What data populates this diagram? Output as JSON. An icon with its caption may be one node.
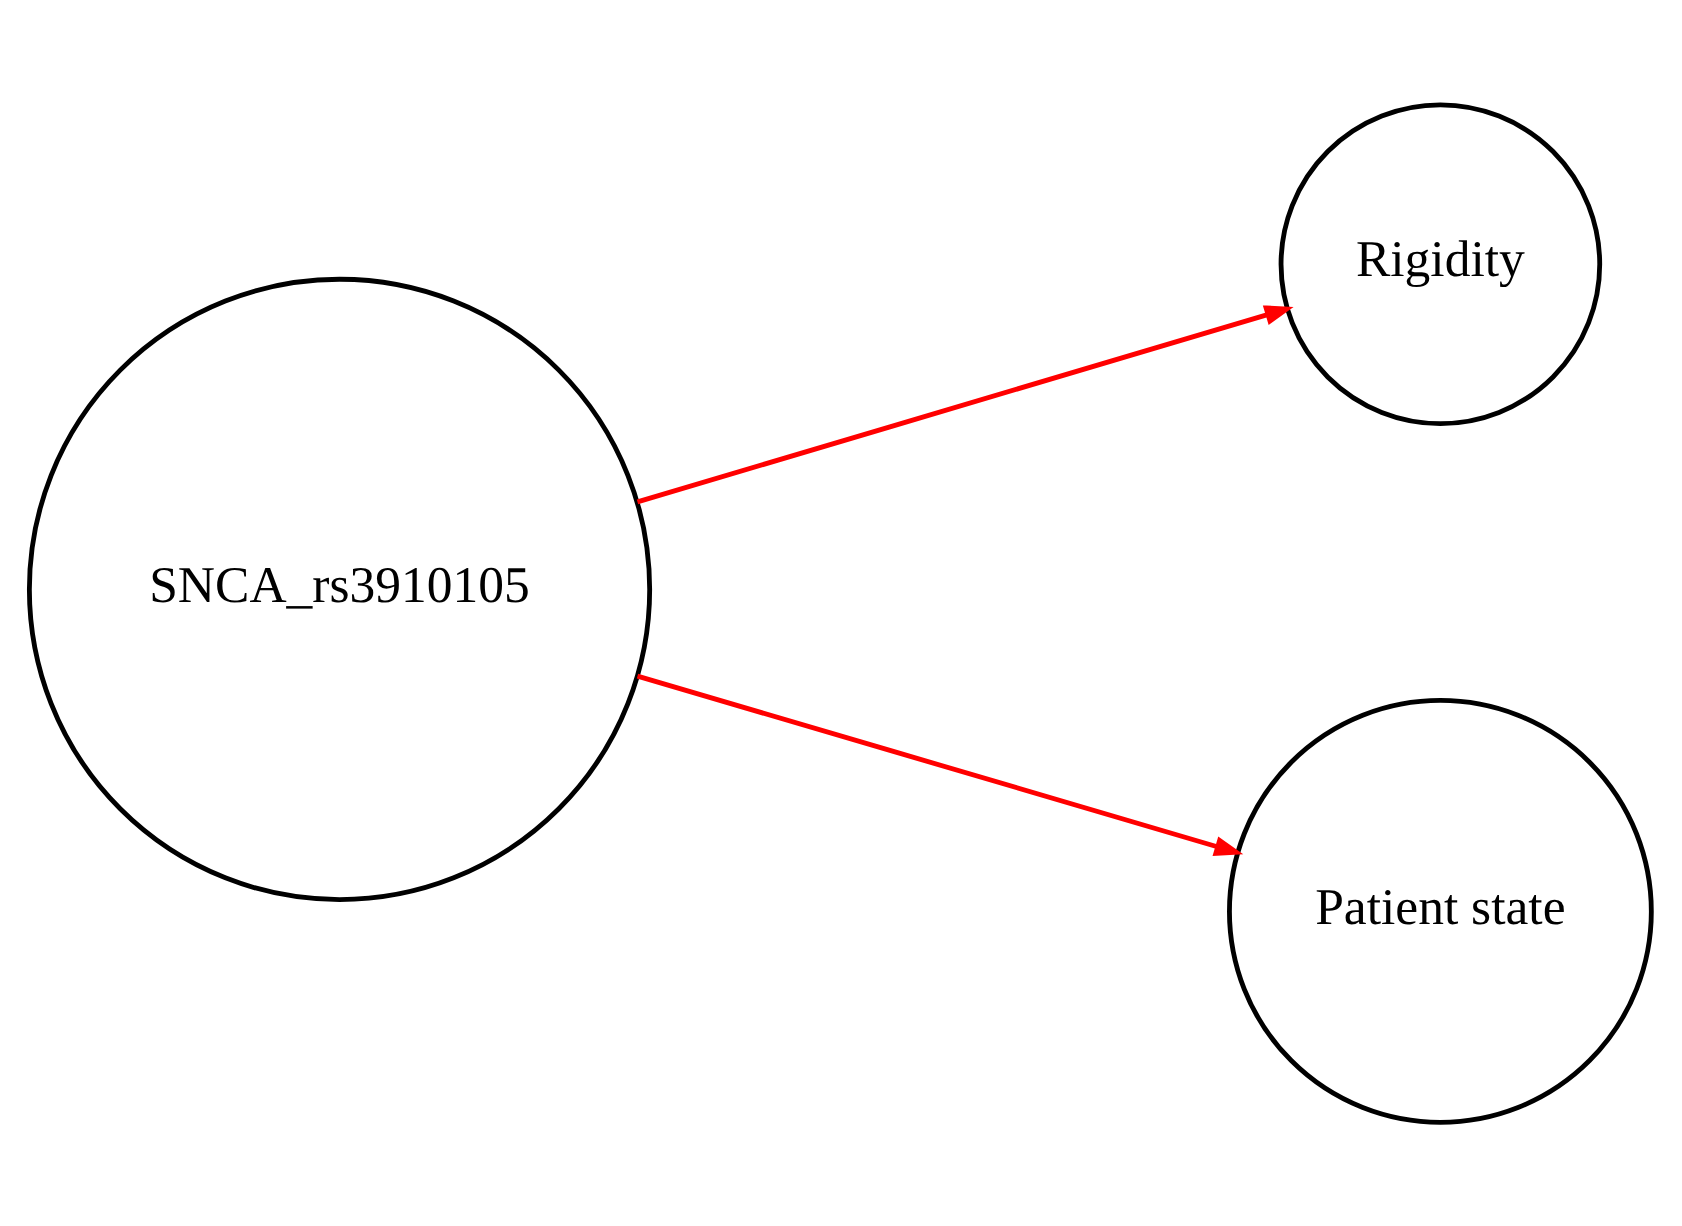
{
  "diagram": {
    "nodes": [
      {
        "text": [
          "SNCA_rs3910105"
        ]
      },
      {
        "text": [
          "Rigidity"
        ]
      },
      {
        "text": [
          "Patient state"
        ]
      }
    ],
    "edges": [
      {
        "from": 0,
        "to": 1,
        "arrow": "to",
        "color": "#ff0000"
      },
      {
        "from": 0,
        "to": 2,
        "arrow": "to",
        "color": "#ff0000"
      }
    ]
  }
}
